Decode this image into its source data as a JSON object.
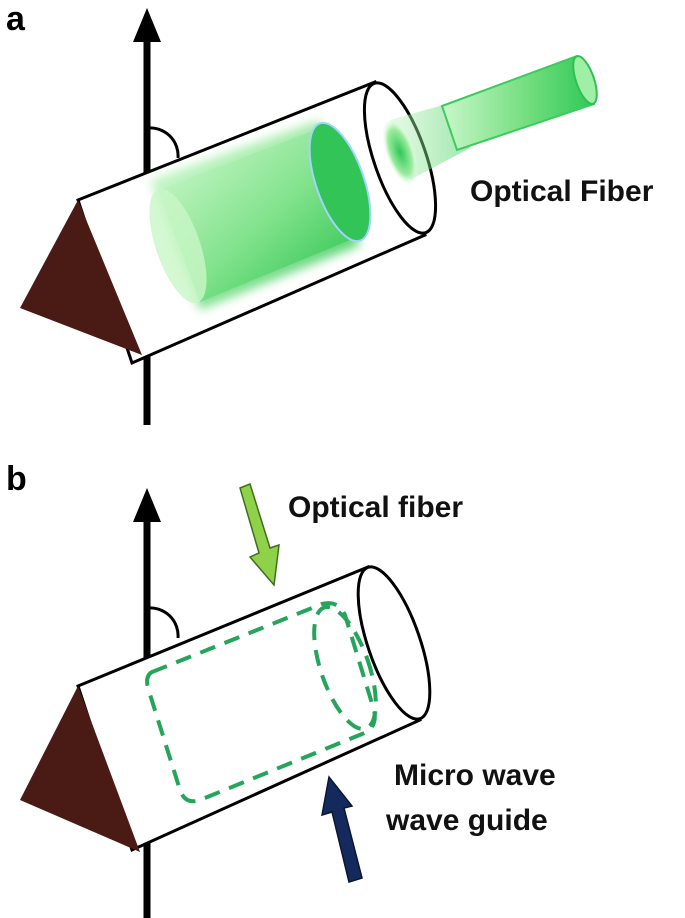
{
  "panels": [
    {
      "label": "a",
      "callouts": [
        "Optical Fiber"
      ]
    },
    {
      "label": "b",
      "callouts": [
        "Optical fiber",
        "Micro wave",
        "wave guide"
      ]
    }
  ],
  "colors": {
    "axis": "#000000",
    "wedge": "#4a1b14",
    "green_light": "#bff5c0",
    "green_dark": "#22c04a",
    "dashed_green": "#25a55a",
    "arrow_green": "#8fd24a",
    "arrow_navy": "#152a5c"
  }
}
